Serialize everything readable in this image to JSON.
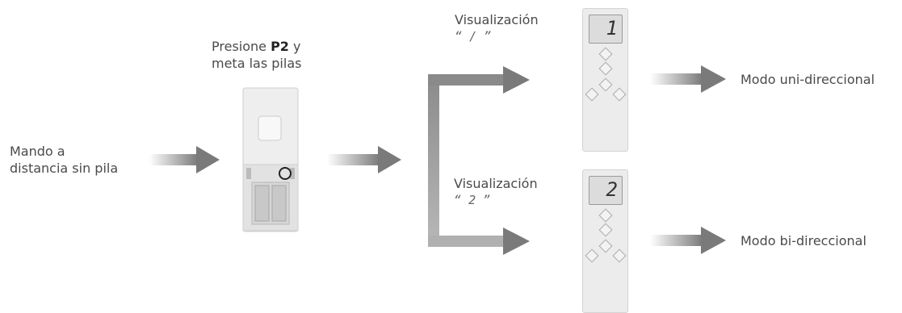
{
  "labels": {
    "remote_without_battery": "Mando a\ndistancia sin pila",
    "press_prefix": "Presione ",
    "press_key": "P2",
    "press_suffix": " y",
    "press_line2": "meta las pilas",
    "display_label_1": "Visualización",
    "display_value_1": "“  / ”",
    "display_label_2": "Visualización",
    "display_value_2": "“   ”",
    "mode_uni": "Modo uni-direccional",
    "mode_bi": "Modo bi-direccional"
  },
  "screens": {
    "top_digit": "1",
    "bottom_digit": "2",
    "quote_digit_1": "/",
    "quote_digit_2": "2"
  },
  "colors": {
    "arrow": "#7a7a7a",
    "text": "#4a4a4a",
    "remote_body": "#ececec"
  }
}
